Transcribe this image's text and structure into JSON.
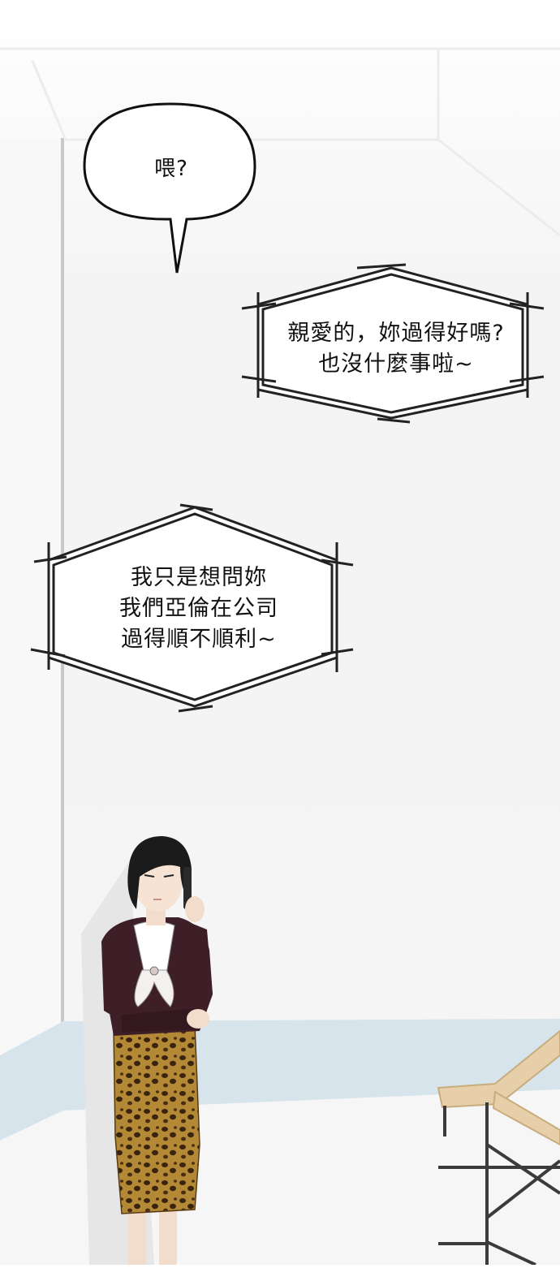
{
  "speech_bubble": {
    "text": "喂?"
  },
  "narration_box_1": {
    "lines": [
      "親愛的，妳過得好嗎?",
      "也沒什麼事啦~"
    ]
  },
  "narration_box_2": {
    "lines": [
      "我只是想問妳",
      "我們亞倫在公司",
      "過得順不順利~"
    ]
  },
  "colors": {
    "wall": "#f4f4f4",
    "stripe": "#d6e3ea",
    "sweater": "#3d1f25",
    "skirt": "#a0762e",
    "hair": "#1a1a1a",
    "rail": "#e3cba5"
  }
}
